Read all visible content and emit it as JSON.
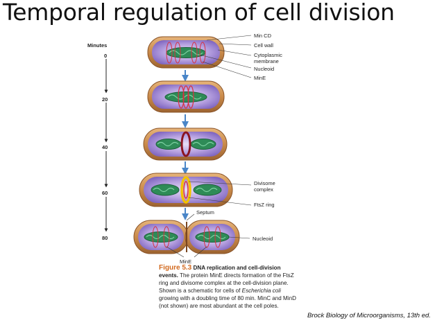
{
  "title": "Temporal regulation of cell division",
  "timeline": {
    "heading": "Minutes",
    "ticks": [
      "0",
      "20",
      "40",
      "60",
      "80"
    ]
  },
  "labels": {
    "min_cd": "Min CD",
    "cell_wall": "Cell wall",
    "cytoplasmic_membrane_1": "Cytoplasmic",
    "cytoplasmic_membrane_2": "membrane",
    "nucleoid_top": "Nucleoid",
    "mine_top": "MinE",
    "divisome_1": "Divisome",
    "divisome_2": "complex",
    "ftsz_ring": "FtsZ ring",
    "septum": "Septum",
    "nucleoid_bottom": "Nucleoid",
    "mine_bottom": "MinE"
  },
  "caption": {
    "figure_label": "Figure 5.3",
    "figure_title": "DNA replication and cell-division events.",
    "body_1": "The protein MinE directs formation of the FtsZ ring and divisome complex at the cell-division plane. Shown is a schematic for cells of",
    "organism": "Escherichia coli",
    "body_2": "growing with a doubling time of 80 min. MinC and MinD (not shown) are most abundant at the cell poles."
  },
  "credit": "Brock Biology of Microorganisms, 13th ed.",
  "colors": {
    "cell_wall": "#c98a4a",
    "cytoplasm": "#a58fd3",
    "nucleoid": "#2e8b57",
    "mine_ring": "#d93040",
    "ftsz_ring": "#f2c200",
    "arrow": "#4a86c8",
    "figure_label": "#d2691e"
  }
}
